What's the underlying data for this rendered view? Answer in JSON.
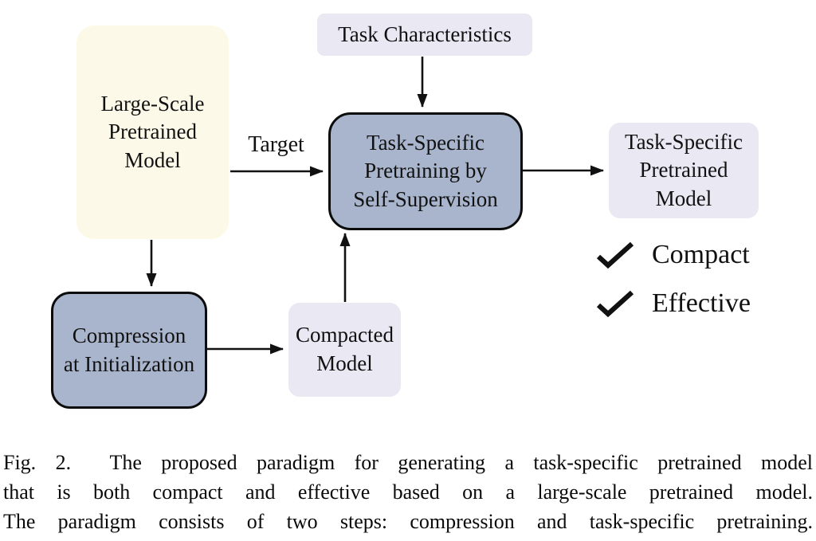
{
  "diagram": {
    "nodes": {
      "large_scale": {
        "label": "Large-Scale\nPretrained\nModel"
      },
      "task_characteristics": {
        "label": "Task Characteristics"
      },
      "pretraining": {
        "label": "Task-Specific\nPretraining by\nSelf-Supervision"
      },
      "task_specific_model": {
        "label": "Task-Specific\nPretrained\nModel"
      },
      "compression": {
        "label": "Compression\nat Initialization"
      },
      "compacted": {
        "label": "Compacted\nModel"
      }
    },
    "edge_labels": {
      "target": "Target"
    },
    "checklist": [
      {
        "label": "Compact"
      },
      {
        "label": "Effective"
      }
    ],
    "colors": {
      "cream": "#FDF9E9",
      "blue": "#A9B5CD",
      "lavender": "#E9E8F3",
      "ink": "#111111"
    }
  },
  "caption": {
    "figure_label": "Fig. 2.",
    "lines": [
      "Fig. 2.  The proposed paradigm for generating a task-specific pretrained model",
      "that is both compact and effective based on a large-scale pretrained model.",
      "The paradigm consists of two steps: compression and task-specific pretraining."
    ]
  }
}
